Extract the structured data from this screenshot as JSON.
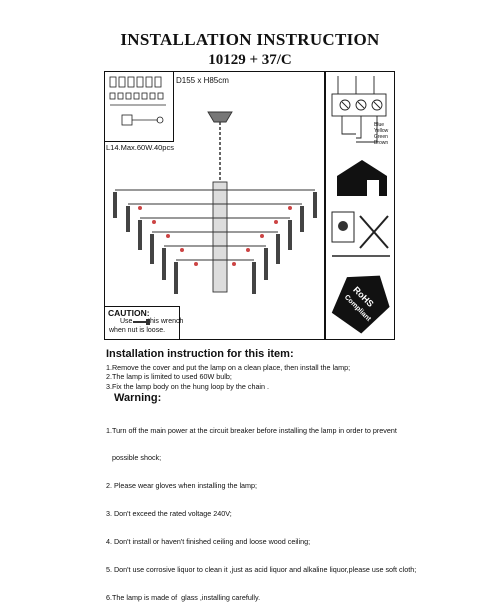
{
  "title": "INSTALLATION INSTRUCTION",
  "model": "10129 + 37/C",
  "dimensions": "D155 x H85cm",
  "parts_label": "L14.Max.60W.40pcs",
  "wire_labels": [
    "Blue",
    "Yellow",
    "Green",
    "Brown"
  ],
  "rohs_badge": "RoHS Compliant",
  "caution": {
    "title": "CAUTION:",
    "line1": "Use        this wrench",
    "line2": "when nut is loose."
  },
  "installation": {
    "title": "Installation instruction for this item:",
    "steps": [
      "1.Remove the cover and put the lamp on a clean place, then install the lamp;",
      "2.The lamp is limited to used  60W bulb;",
      "3.Fix the lamp body on the  hung loop by the chain ."
    ]
  },
  "warning": {
    "title": "Warning:",
    "items": [
      "1.Turn off the main power at the circuit breaker before installing the lamp in order to prevent",
      "   possible shock;",
      "2. Please wear gloves when installing the lamp;",
      "3. Don't exceed the rated voltage 240V;",
      "4. Don't install or haven't finished ceiling and loose wood ceiling;",
      "5. Don't use corrosive liquor to clean it ,just as acid liquor and alkaline liquor,please use soft cloth;",
      "6.The lamp is made of  glass ,installing carefully."
    ]
  }
}
